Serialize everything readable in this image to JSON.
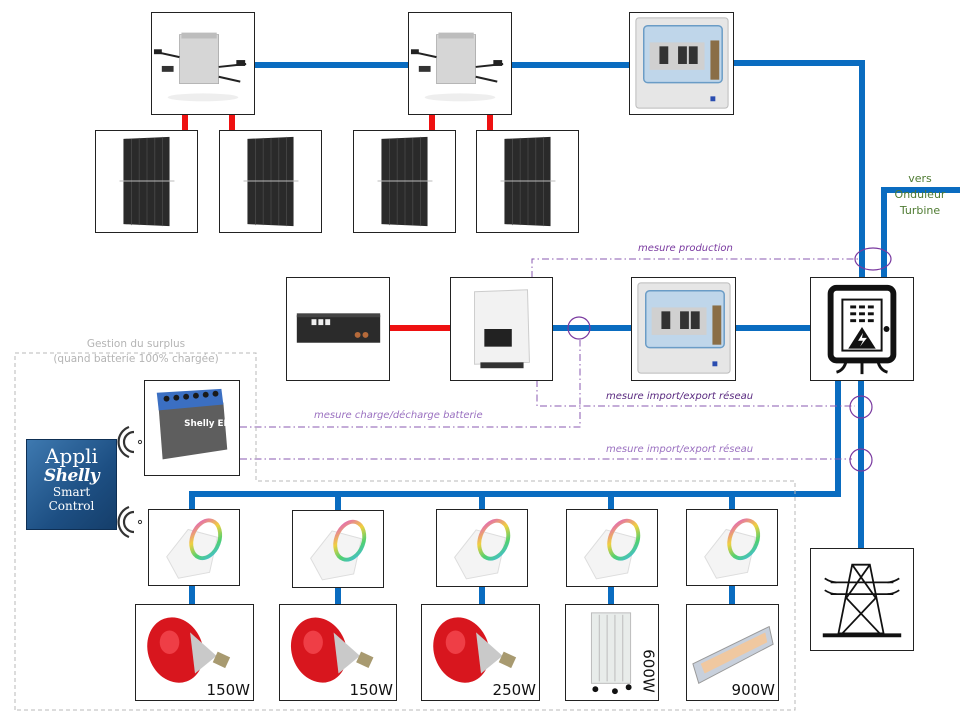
{
  "diagram": {
    "title_notes": {
      "turbine": [
        "vers",
        "Onduleur",
        "Turbine"
      ],
      "surplus_group": [
        "Gestion du surplus",
        "(quand batterie 100% chargée)"
      ]
    },
    "measurements": {
      "production": "mesure production",
      "battery": "mesure charge/décharge batterie",
      "grid_1": "mesure import/export réseau",
      "grid_2": "mesure import/export réseau"
    },
    "app": {
      "line1": "Appli",
      "line2": "Shelly",
      "line3": "Smart",
      "line4": "Control"
    },
    "components": {
      "micro_inverters": [
        "micro-inverter-1",
        "micro-inverter-2"
      ],
      "solar_panels": 4,
      "breaker_panels": 2,
      "battery": "battery",
      "hybrid_inverter": "hybrid-inverter",
      "main_panel": "electrical-panel",
      "grid": "power-grid",
      "energy_meter": "Shelly EM",
      "smart_plugs": 5
    },
    "loads": [
      {
        "type": "infrared-bulb",
        "power": "150W"
      },
      {
        "type": "infrared-bulb",
        "power": "150W"
      },
      {
        "type": "infrared-bulb",
        "power": "250W"
      },
      {
        "type": "oil-radiator",
        "power": "600W"
      },
      {
        "type": "quartz-heater",
        "power": "900W"
      }
    ],
    "colors": {
      "ac_line": "#0a6cc0",
      "dc_line": "#ee1111",
      "measure_line": "#8a5ab0",
      "group_border": "#b8b8b8",
      "turbine_text": "#4f7b32"
    }
  }
}
